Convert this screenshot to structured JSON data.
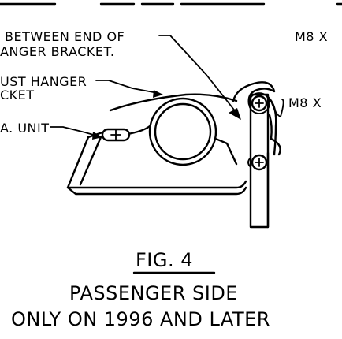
{
  "labels": {
    "note_line1": "BETWEEN END OF",
    "note_line2": "ANGER BRACKET.",
    "exhaust_line1": "UST HANGER",
    "exhaust_line2": "CKET",
    "unit": "A. UNIT",
    "bolt_top": "M8 X",
    "bolt_mid": "M8 X"
  },
  "caption": {
    "figure": "FIG. 4",
    "line1": "PASSENGER SIDE",
    "line2": "ONLY ON 1996 AND LATER"
  }
}
